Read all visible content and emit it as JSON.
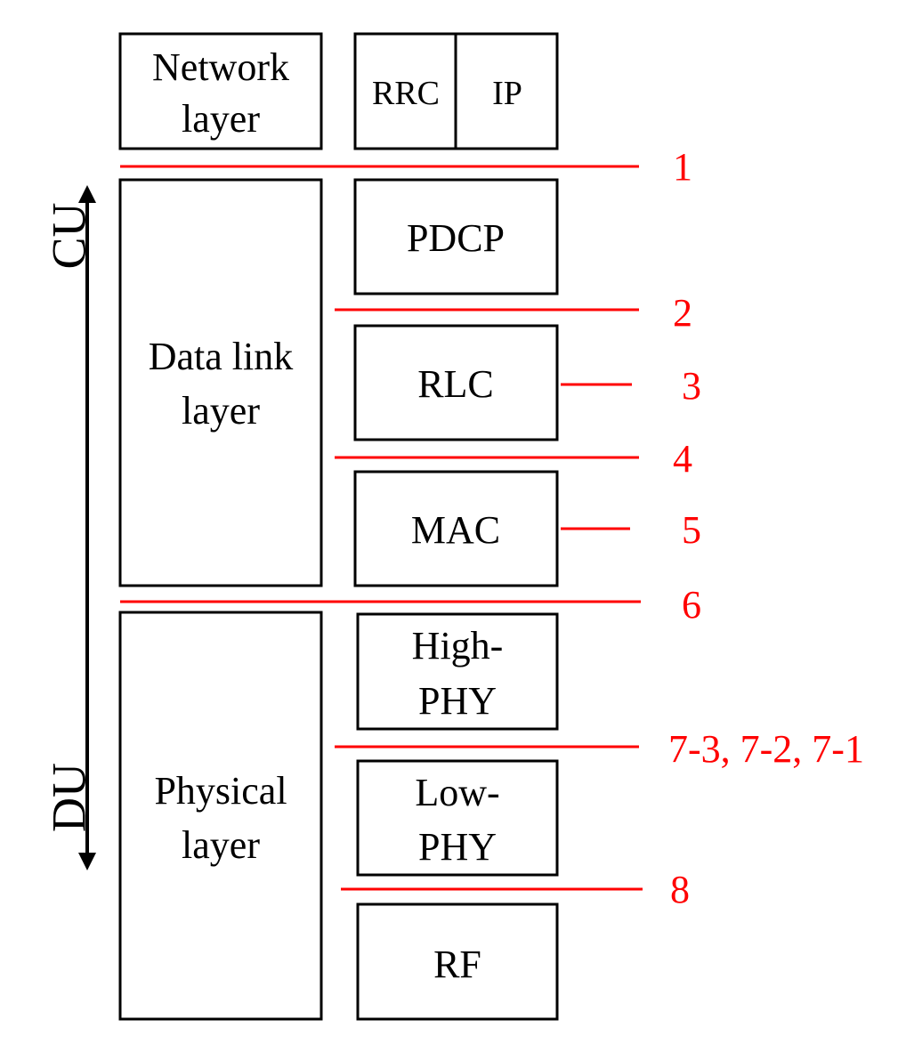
{
  "layers": {
    "network": [
      "Network",
      "layer"
    ],
    "data_link": [
      "Data link",
      "layer"
    ],
    "physical": [
      "Physical",
      "layer"
    ]
  },
  "blocks": {
    "rrc": "RRC",
    "ip": "IP",
    "pdcp": "PDCP",
    "rlc": "RLC",
    "mac": "MAC",
    "high_phy": [
      "High-",
      "PHY"
    ],
    "low_phy": [
      "Low-",
      "PHY"
    ],
    "rf": "RF"
  },
  "splits": [
    "1",
    "2",
    "3",
    "4",
    "5",
    "6",
    "7-3, 7-2, 7-1",
    "8"
  ],
  "axis": {
    "top_label": "CU",
    "bottom_label": "DU"
  },
  "colors": {
    "split": "#ff0000",
    "structure": "#000000"
  }
}
